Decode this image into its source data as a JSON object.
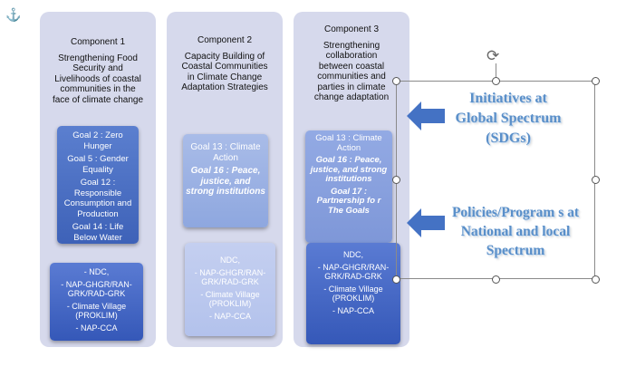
{
  "anchor_icon": "anchor-icon",
  "columns": [
    {
      "title": "Component 1",
      "description": "Strengthening Food\nSecurity and\nLivelihoods of coastal\ncommunities in the\nface of climate change",
      "goals": [
        {
          "text": "Goal 2 : Zero Hunger",
          "italic": false
        },
        {
          "text": "Goal 5 : Gender Equality",
          "italic": false
        },
        {
          "text": "Goal 12 : Responsible Consumption and Production",
          "italic": false
        },
        {
          "text": "Goal 14 : Life Below Water",
          "italic": false
        }
      ],
      "programs": [
        "- NDC,",
        "- NAP-GHGR/RAN-GRK/RAD-GRK",
        "- Climate Village (PROKLIM)",
        "- NAP-CCA"
      ]
    },
    {
      "title": "Component 2",
      "description": "Capacity Building of\nCoastal Communities\nin Climate Change\nAdaptation Strategies",
      "goals": [
        {
          "text": "Goal 13 : Climate Action",
          "italic": false
        },
        {
          "text": "Goal 16 : Peace, justice, and strong institutions",
          "italic": true
        }
      ],
      "programs": [
        "NDC,",
        "- NAP-GHGR/RAN-GRK/RAD-GRK",
        "- Climate Village (PROKLIM)",
        "- NAP-CCA"
      ]
    },
    {
      "title": "Component 3",
      "description": "Strengthening\ncollaboration\nbetween coastal\ncommunities and\nparties in climate\nchange adaptation",
      "goals": [
        {
          "text": "Goal 13 : Climate Action",
          "italic": false
        },
        {
          "text": "Goal 16 : Peace, justice, and strong institutions",
          "italic": true
        },
        {
          "text": "Goal 17 : Partnership fo r The Goals",
          "italic": true
        }
      ],
      "programs": [
        "NDC,",
        "- NAP-GHGR/RAN-GRK/RAD-GRK",
        "- Climate Village (PROKLIM)",
        "- NAP-CCA"
      ]
    }
  ],
  "callouts": {
    "global": "Initiatives at Global Spectrum (SDGs)",
    "national": "Policies/Program s at National and local Spectrum"
  },
  "colors": {
    "column_bg": "#d6d9ec",
    "callout_text": "#5a8fc9",
    "arrow": "#4472c4"
  },
  "icons": {
    "rotate": "rotate-handle-icon",
    "arrow": "arrow-left-icon"
  }
}
